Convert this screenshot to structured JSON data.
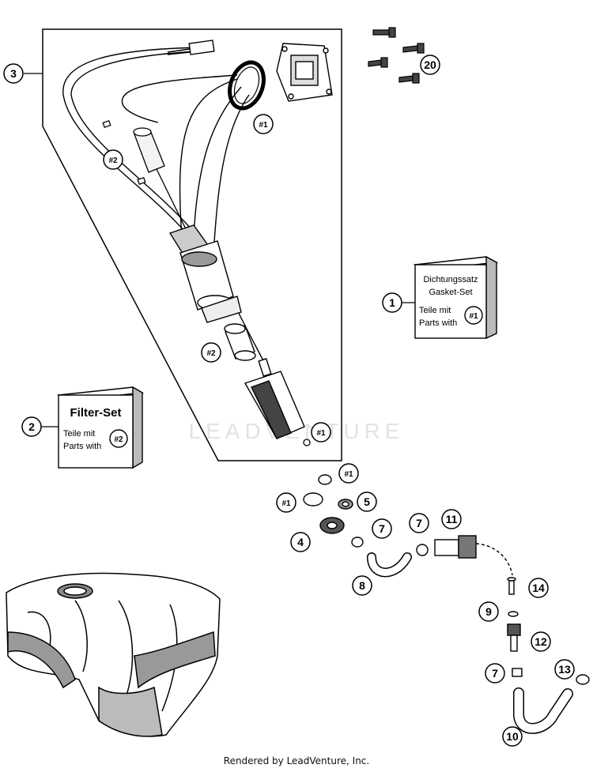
{
  "watermark": "LEADVENTURE",
  "footer": "Rendered by LeadVenture, Inc.",
  "box_gasket": {
    "title1": "Dichtungssatz",
    "title2": "Gasket-Set",
    "line1": "Teile mit",
    "line2": "Parts with",
    "ref": "#1"
  },
  "box_filter": {
    "title": "Filter-Set",
    "line1": "Teile mit",
    "line2": "Parts with",
    "ref": "#2"
  },
  "callouts": {
    "c1": "1",
    "c2": "2",
    "c3": "3",
    "c4": "4",
    "c5": "5",
    "c7a": "7",
    "c7b": "7",
    "c7c": "7",
    "c8": "8",
    "c9": "9",
    "c10": "10",
    "c11": "11",
    "c12": "12",
    "c13": "13",
    "c14": "14",
    "c20": "20",
    "h1a": "#1",
    "h1b": "#1",
    "h1c": "#1",
    "h1d": "#1",
    "h2a": "#2",
    "h2b": "#2"
  }
}
